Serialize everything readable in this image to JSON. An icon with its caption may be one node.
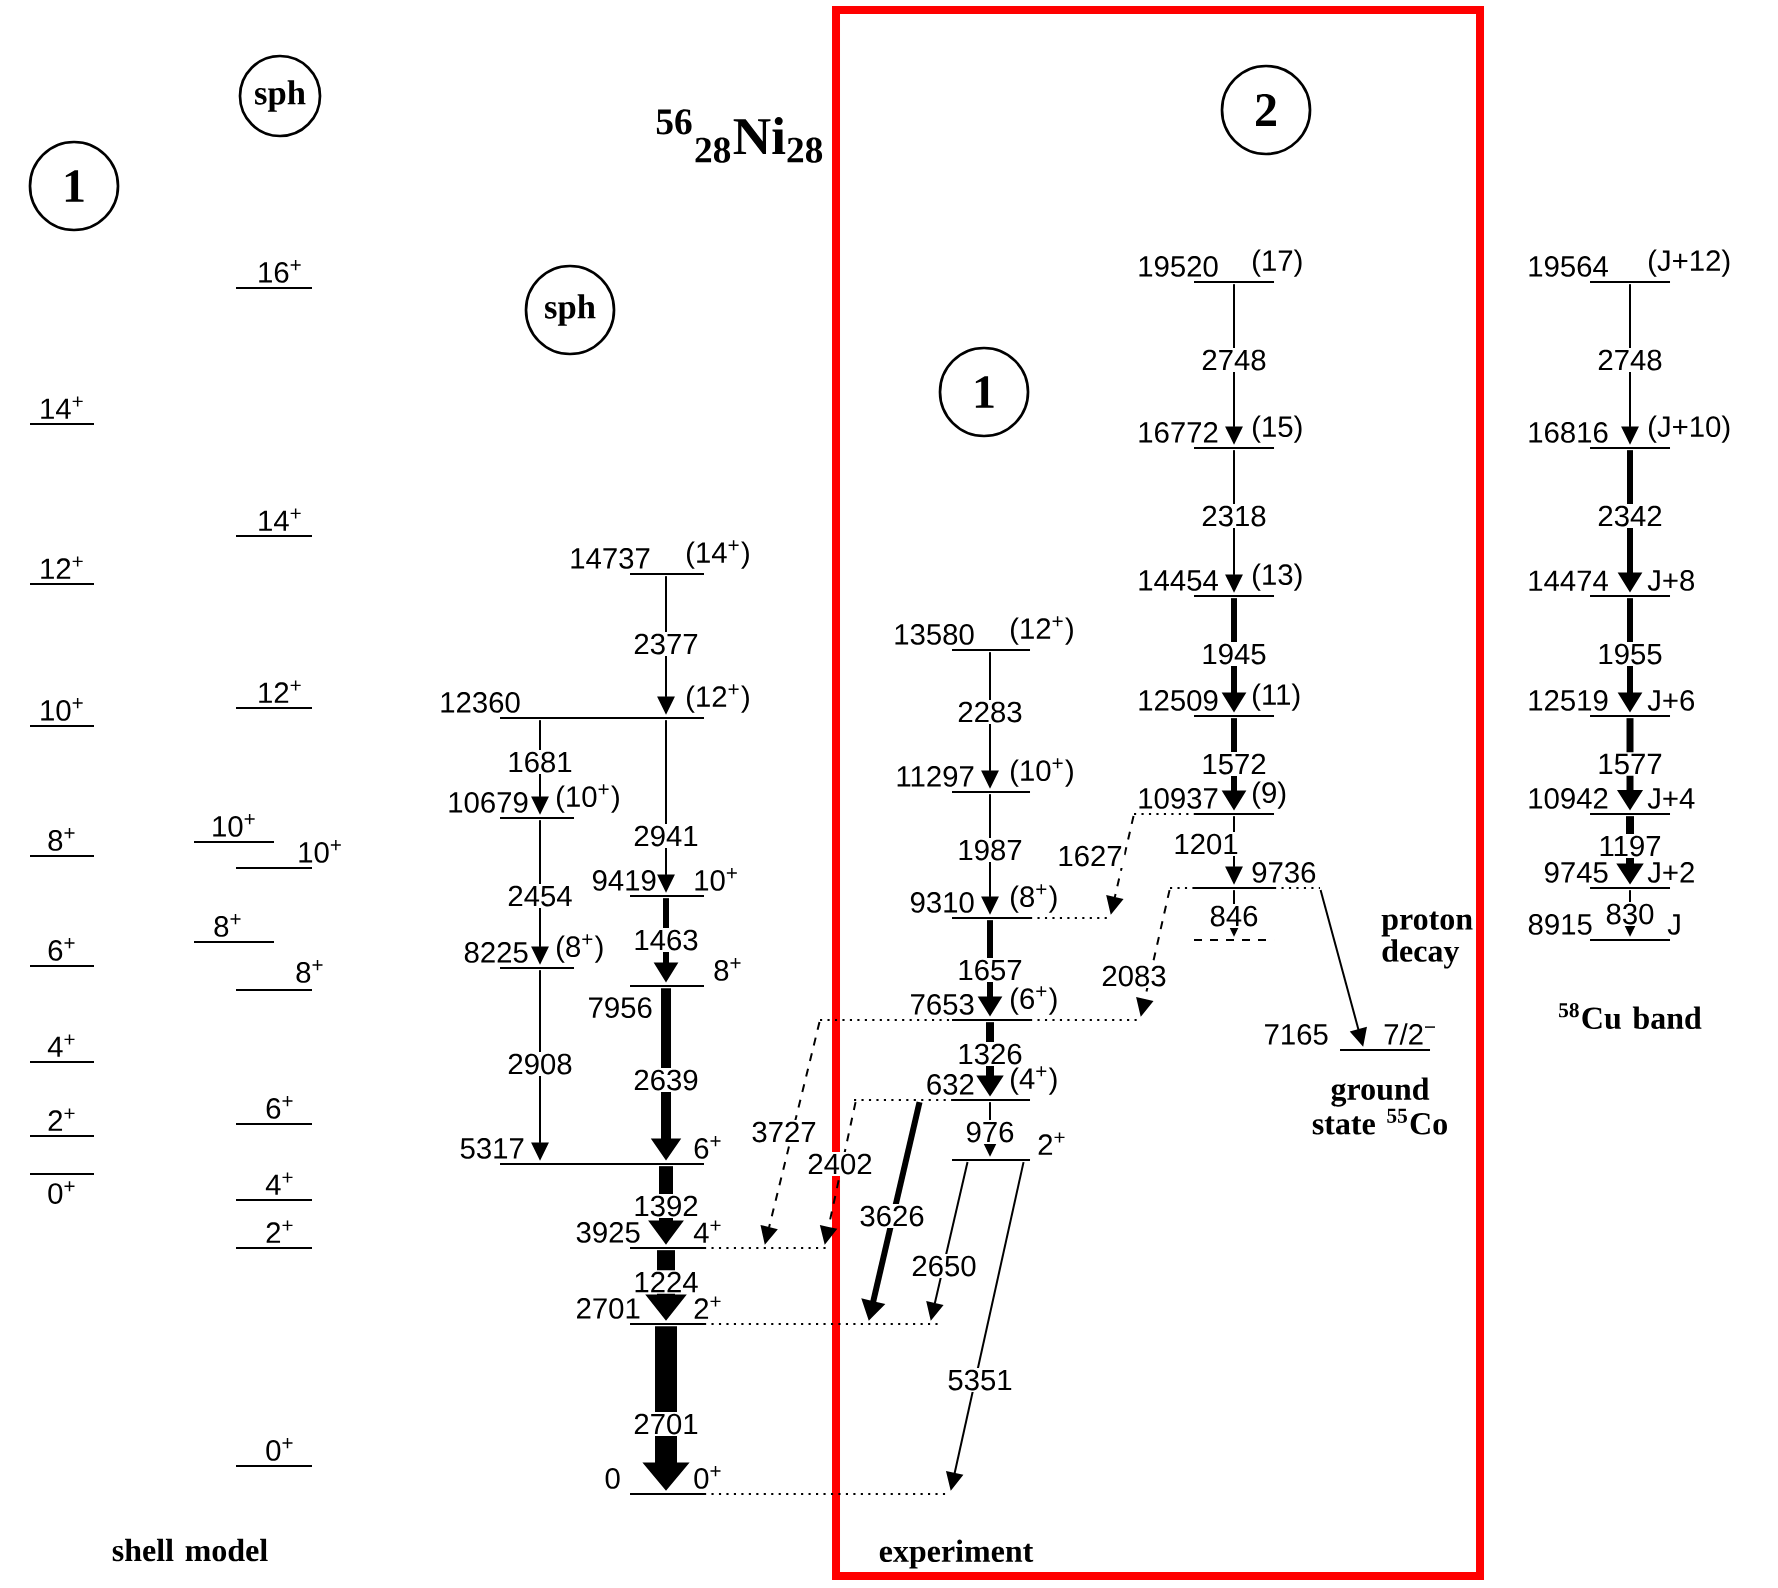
{
  "diagram": {
    "title": "$^{56}$$_{28}$Ni$_{28}$",
    "nodes": [
      {
        "text": [
          "1"
        ]
      },
      {
        "text": [
          "sph"
        ]
      },
      {
        "text": [
          "sph"
        ]
      },
      {
        "text": [],
        "shape": "box"
      },
      {
        "text": [
          "2"
        ],
        "in": 3
      },
      {
        "text": [
          "1"
        ],
        "in": 3
      },
      {
        "text": [
          "14$^{+}$"
        ]
      },
      {
        "text": [
          "12$^{+}$"
        ]
      },
      {
        "text": [
          "10$^{+}$"
        ]
      },
      {
        "text": [
          "8$^{+}$"
        ]
      },
      {
        "text": [
          "6$^{+}$"
        ]
      },
      {
        "text": [
          "4$^{+}$"
        ]
      },
      {
        "text": [
          "2$^{+}$"
        ]
      },
      {
        "text": [
          "0$^{+}$"
        ]
      },
      {
        "text": [
          "16$^{+}$"
        ]
      },
      {
        "text": [
          "14$^{+}$"
        ]
      },
      {
        "text": [
          "12$^{+}$"
        ]
      },
      {
        "text": [
          "10$^{+}$"
        ]
      },
      {
        "text": [
          "10$^{+}$"
        ]
      },
      {
        "text": [
          "8$^{+}$"
        ]
      },
      {
        "text": [
          "8$^{+}$"
        ]
      },
      {
        "text": [
          "6$^{+}$"
        ]
      },
      {
        "text": [
          "4$^{+}$"
        ]
      },
      {
        "text": [
          "2$^{+}$"
        ]
      },
      {
        "text": [
          "0$^{+}$"
        ]
      },
      {
        "text": [
          "14737",
          "(14$^{+}$)"
        ]
      },
      {
        "text": [
          "12360",
          "(12$^{+}$)"
        ]
      },
      {
        "text": [
          "10679",
          "(10$^{+}$)"
        ]
      },
      {
        "text": [
          "9419",
          "10$^{+}$"
        ]
      },
      {
        "text": [
          "8225",
          "(8$^{+}$)"
        ]
      },
      {
        "text": [
          "7956",
          "8$^{+}$"
        ]
      },
      {
        "text": [
          "5317",
          "6$^{+}$"
        ]
      },
      {
        "text": [
          "3925",
          "4$^{+}$"
        ]
      },
      {
        "text": [
          "2701",
          "2$^{+}$"
        ]
      },
      {
        "text": [
          "0",
          "0$^{+}$"
        ]
      },
      {
        "text": [
          "13580",
          "(12$^{+}$)"
        ],
        "in": 3
      },
      {
        "text": [
          "11297",
          "(10$^{+}$)"
        ],
        "in": 3
      },
      {
        "text": [
          "9310",
          "(8$^{+}$)"
        ],
        "in": 3
      },
      {
        "text": [
          "7653",
          "(6$^{+}$)"
        ]
      },
      {
        "text": [
          "632",
          "(4$^{+}$)"
        ],
        "in": 3
      },
      {
        "text": [
          "2$^{+}$"
        ],
        "in": 3
      },
      {
        "text": [
          "19520",
          "(17)"
        ],
        "in": 3
      },
      {
        "text": [
          "16772",
          "(15)"
        ],
        "in": 3
      },
      {
        "text": [
          "14454",
          "(13)"
        ],
        "in": 3
      },
      {
        "text": [
          "12509",
          "(11)"
        ],
        "in": 3
      },
      {
        "text": [
          "10937",
          "(9)"
        ],
        "in": 3
      },
      {
        "text": [
          "9736"
        ],
        "in": 3
      },
      {
        "text": [],
        "shape": "bar",
        "in": 3
      },
      {
        "text": [
          "7165",
          "7/2$^{−}$"
        ],
        "in": 3
      },
      {
        "text": [
          "19564",
          "(J+12)"
        ]
      },
      {
        "text": [
          "16816",
          "(J+10)"
        ]
      },
      {
        "text": [
          "14474",
          "J+8"
        ]
      },
      {
        "text": [
          "12519",
          "J+6"
        ]
      },
      {
        "text": [
          "10942",
          "J+4"
        ]
      },
      {
        "text": [
          "9745",
          "J+2"
        ]
      },
      {
        "text": [
          "8915",
          "J"
        ]
      }
    ],
    "edges": [
      {
        "from": 25,
        "to": 26,
        "arrow": "to",
        "label": "2377"
      },
      {
        "from": 26,
        "to": 28,
        "arrow": "to",
        "label": "2941"
      },
      {
        "from": 28,
        "to": 30,
        "arrow": "to",
        "label": "1463",
        "style": "thick"
      },
      {
        "from": 30,
        "to": 31,
        "arrow": "to",
        "label": "2639",
        "style": "thick"
      },
      {
        "from": 31,
        "to": 32,
        "arrow": "to",
        "label": "1392",
        "style": "thick"
      },
      {
        "from": 32,
        "to": 33,
        "arrow": "to",
        "label": "1224",
        "style": "thick"
      },
      {
        "from": 33,
        "to": 34,
        "arrow": "to",
        "label": "2701",
        "style": "thick"
      },
      {
        "from": 26,
        "to": 27,
        "arrow": "to",
        "label": "1681"
      },
      {
        "from": 27,
        "to": 29,
        "arrow": "to",
        "label": "2454"
      },
      {
        "from": 29,
        "to": 31,
        "arrow": "to",
        "label": "2908"
      },
      {
        "from": 35,
        "to": 36,
        "arrow": "to",
        "label": "2283"
      },
      {
        "from": 36,
        "to": 37,
        "arrow": "to",
        "label": "1987"
      },
      {
        "from": 37,
        "to": 38,
        "arrow": "to",
        "label": "1657",
        "style": "thick"
      },
      {
        "from": 38,
        "to": 39,
        "arrow": "to",
        "label": "1326",
        "style": "thick"
      },
      {
        "from": 39,
        "to": 40,
        "arrow": "to",
        "label": "976"
      },
      {
        "from": 40,
        "to": 34,
        "arrow": "to",
        "label": "5351"
      },
      {
        "from": 40,
        "to": 33,
        "arrow": "to",
        "label": "2650"
      },
      {
        "from": 39,
        "to": 33,
        "arrow": "to",
        "label": "3626",
        "style": "thick"
      },
      {
        "from": 39,
        "to": 32,
        "arrow": "to",
        "label": "2402",
        "style": "dashed"
      },
      {
        "from": 38,
        "to": 32,
        "arrow": "to",
        "label": "3727",
        "style": "dashed"
      },
      {
        "from": 41,
        "to": 42,
        "arrow": "to",
        "label": "2748"
      },
      {
        "from": 42,
        "to": 43,
        "arrow": "to",
        "label": "2318"
      },
      {
        "from": 43,
        "to": 44,
        "arrow": "to",
        "label": "1945",
        "style": "thick"
      },
      {
        "from": 44,
        "to": 45,
        "arrow": "to",
        "label": "1572",
        "style": "thick"
      },
      {
        "from": 45,
        "to": 46,
        "arrow": "to",
        "label": "1201"
      },
      {
        "from": 46,
        "to": 47,
        "arrow": "to",
        "label": "846"
      },
      {
        "from": 45,
        "to": 37,
        "arrow": "to",
        "label": "1627",
        "style": "dashed"
      },
      {
        "from": 46,
        "to": 38,
        "arrow": "to",
        "label": "2083",
        "style": "dashed"
      },
      {
        "from": 46,
        "to": 48,
        "arrow": "to",
        "label": "proton decay"
      },
      {
        "from": 49,
        "to": 50,
        "arrow": "to",
        "label": "2748"
      },
      {
        "from": 50,
        "to": 51,
        "arrow": "to",
        "label": "2342",
        "style": "thick"
      },
      {
        "from": 51,
        "to": 52,
        "arrow": "to",
        "label": "1955",
        "style": "thick"
      },
      {
        "from": 52,
        "to": 53,
        "arrow": "to",
        "label": "1577",
        "style": "thick"
      },
      {
        "from": 53,
        "to": 54,
        "arrow": "to",
        "label": "1197",
        "style": "thick"
      },
      {
        "from": 54,
        "to": 55,
        "arrow": "to",
        "label": "830"
      }
    ],
    "labels": [
      "shell model",
      "experiment",
      "ground state $^{55}$Co",
      "$^{58}$Cu band"
    ]
  }
}
